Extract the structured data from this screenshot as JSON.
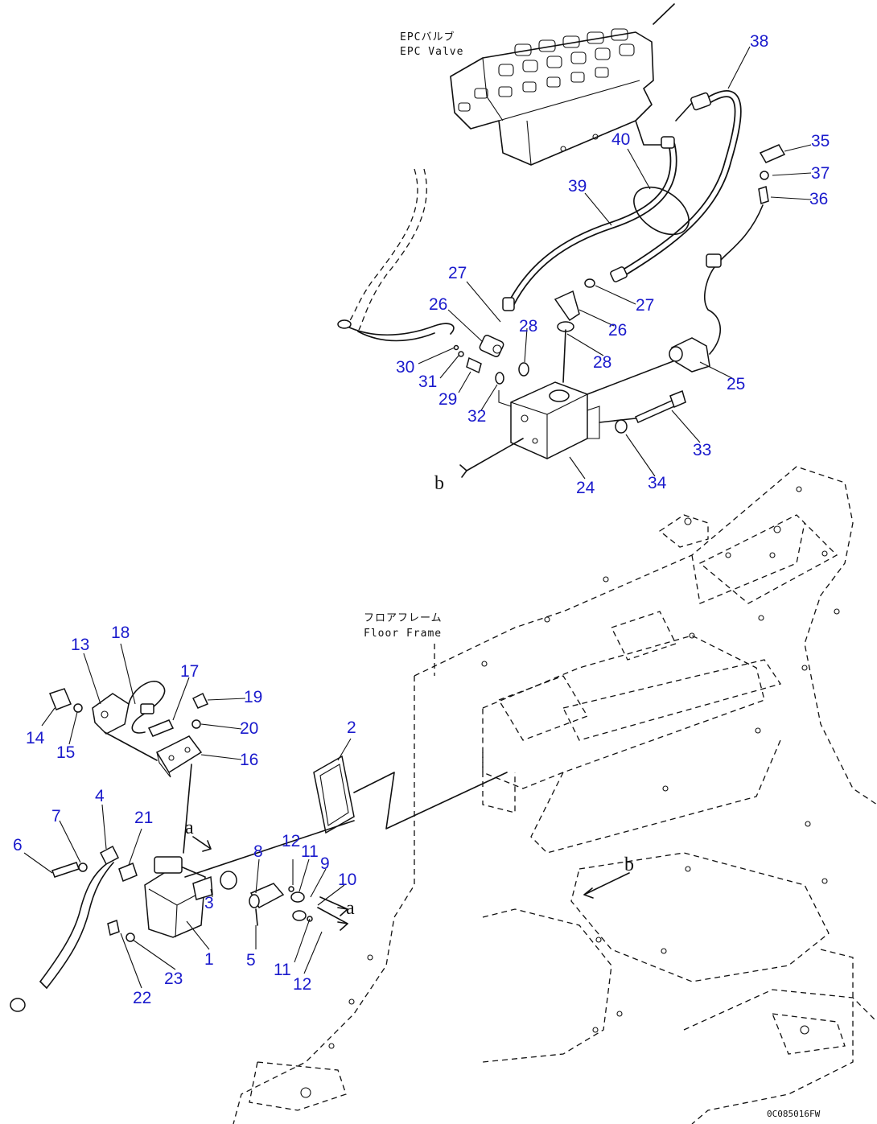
{
  "labels": {
    "epc_valve_jp": "EPCバルブ",
    "epc_valve_en": "EPC Valve",
    "floor_frame_jp": "フロアフレーム",
    "floor_frame_en": "Floor Frame",
    "view_a": "a",
    "view_b": "b",
    "drawing_code": "0C085016FW"
  },
  "callouts": [
    "1",
    "2",
    "3",
    "4",
    "5",
    "6",
    "7",
    "8",
    "9",
    "10",
    "11",
    "12",
    "13",
    "14",
    "15",
    "16",
    "17",
    "18",
    "19",
    "20",
    "21",
    "22",
    "23",
    "24",
    "25",
    "26",
    "27",
    "28",
    "29",
    "30",
    "31",
    "32",
    "33",
    "34",
    "35",
    "36",
    "37",
    "38",
    "39",
    "40"
  ],
  "colors": {
    "callout": "#1a1acc",
    "line": "#111111",
    "background": "#ffffff"
  }
}
